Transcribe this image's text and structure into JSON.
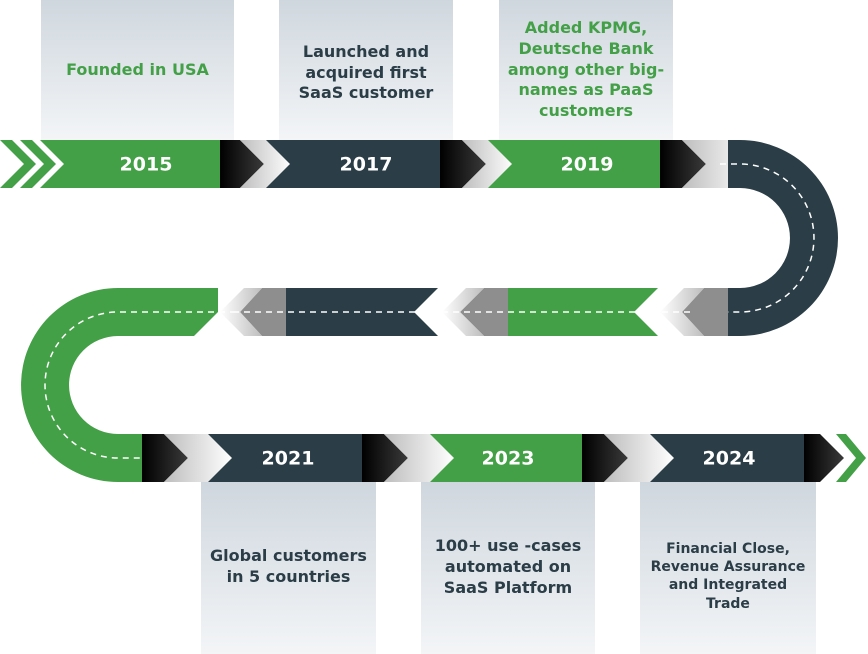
{
  "milestones": [
    {
      "year": "2015",
      "text": "Founded in USA",
      "color": "#43a047"
    },
    {
      "year": "2017",
      "text": "Launched and acquired first SaaS customer",
      "color": "#2b3d47"
    },
    {
      "year": "2019",
      "text": "Added KPMG, Deutsche Bank among other big-names as PaaS customers",
      "color": "#43a047"
    },
    {
      "year": "2021",
      "text": "Global customers in 5 countries",
      "color": "#2b3d47"
    },
    {
      "year": "2023",
      "text": "100+ use -cases automated on SaaS Platform",
      "color": "#43a047"
    },
    {
      "year": "2024",
      "text": "Financial Close, Revenue Assurance and Integrated Trade",
      "color": "#2b3d47"
    }
  ],
  "colors": {
    "green": "#43a047",
    "dark": "#2b3d47",
    "gray": "#8e8e8e",
    "black": "#111111"
  }
}
